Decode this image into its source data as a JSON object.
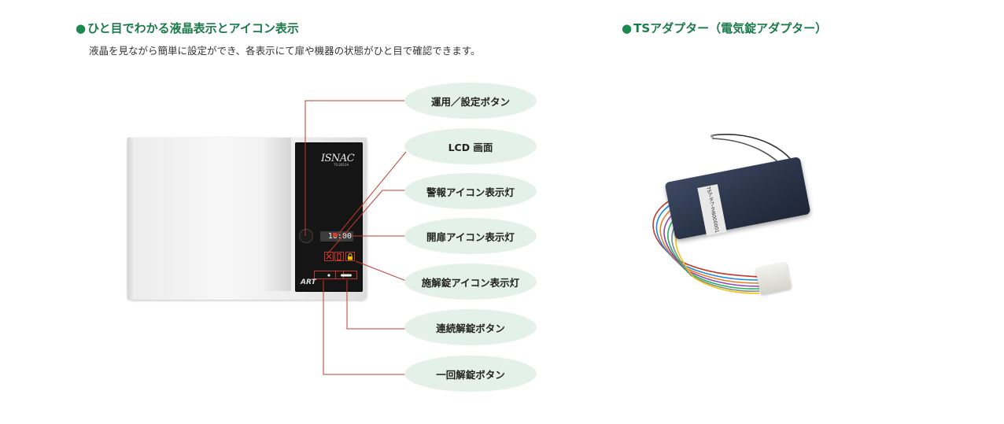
{
  "left_section": {
    "bullet": "●",
    "title": "ひと目でわかる液晶表示とアイコン表示",
    "description": "液晶を見ながら簡単に設定ができ、各表示にて扉や機器の状態がひと目で確認できます。"
  },
  "right_section": {
    "bullet": "●",
    "title": "TSアダプター（電気錠アダプター）"
  },
  "device": {
    "brand_logo": "ISNAC",
    "brand_sub": "TS-2810A",
    "lcd_text": "10:00",
    "maker_mark": "ART"
  },
  "adapter": {
    "label_line1": "TSアダプタ",
    "label_line2": "I6000001"
  },
  "callouts": [
    {
      "label": "運用／設定ボタン"
    },
    {
      "label": "LCD 画面"
    },
    {
      "label": "警報アイコン表示灯"
    },
    {
      "label": "開扉アイコン表示灯"
    },
    {
      "label": "施解錠アイコン表示灯"
    },
    {
      "label": "連続解錠ボタン"
    },
    {
      "label": "一回解錠ボタン"
    }
  ],
  "colors": {
    "heading_green": "#1a7a4a",
    "callout_bg": "#e3f1ea",
    "leader_red": "#c0392b",
    "icon_lock_yellow": "#e6c200"
  }
}
